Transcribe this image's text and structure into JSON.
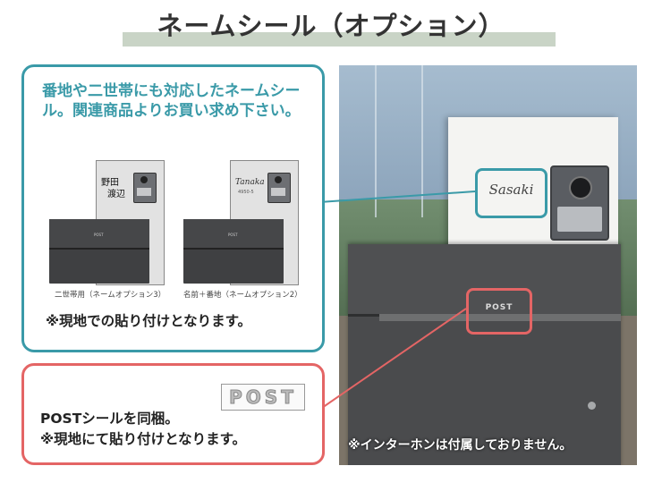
{
  "title": "ネームシール（オプション）",
  "teal_box": {
    "heading": "番地や二世帯にも対応したネームシール。関連商品よりお買い求め下さい。",
    "example1": {
      "name_line1": "野田",
      "name_line2": "渡辺",
      "caption": "二世帯用（ネームオプション3）"
    },
    "example2": {
      "name_script": "Tanaka",
      "address": "4950-5",
      "caption": "名前＋番地（ネームオプション2）"
    },
    "note": "※現地での貼り付けとなります。"
  },
  "red_box": {
    "sticker": "POST",
    "line1": "POSTシールを同梱。",
    "line2": "※現地にて貼り付けとなります。"
  },
  "photo": {
    "name_plate": "Sasaki",
    "post_label": "POST",
    "note": "※インターホンは付属しておりません。"
  },
  "colors": {
    "teal": "#3a9aa8",
    "red": "#e46565",
    "title_band": "#c9d4c6"
  }
}
